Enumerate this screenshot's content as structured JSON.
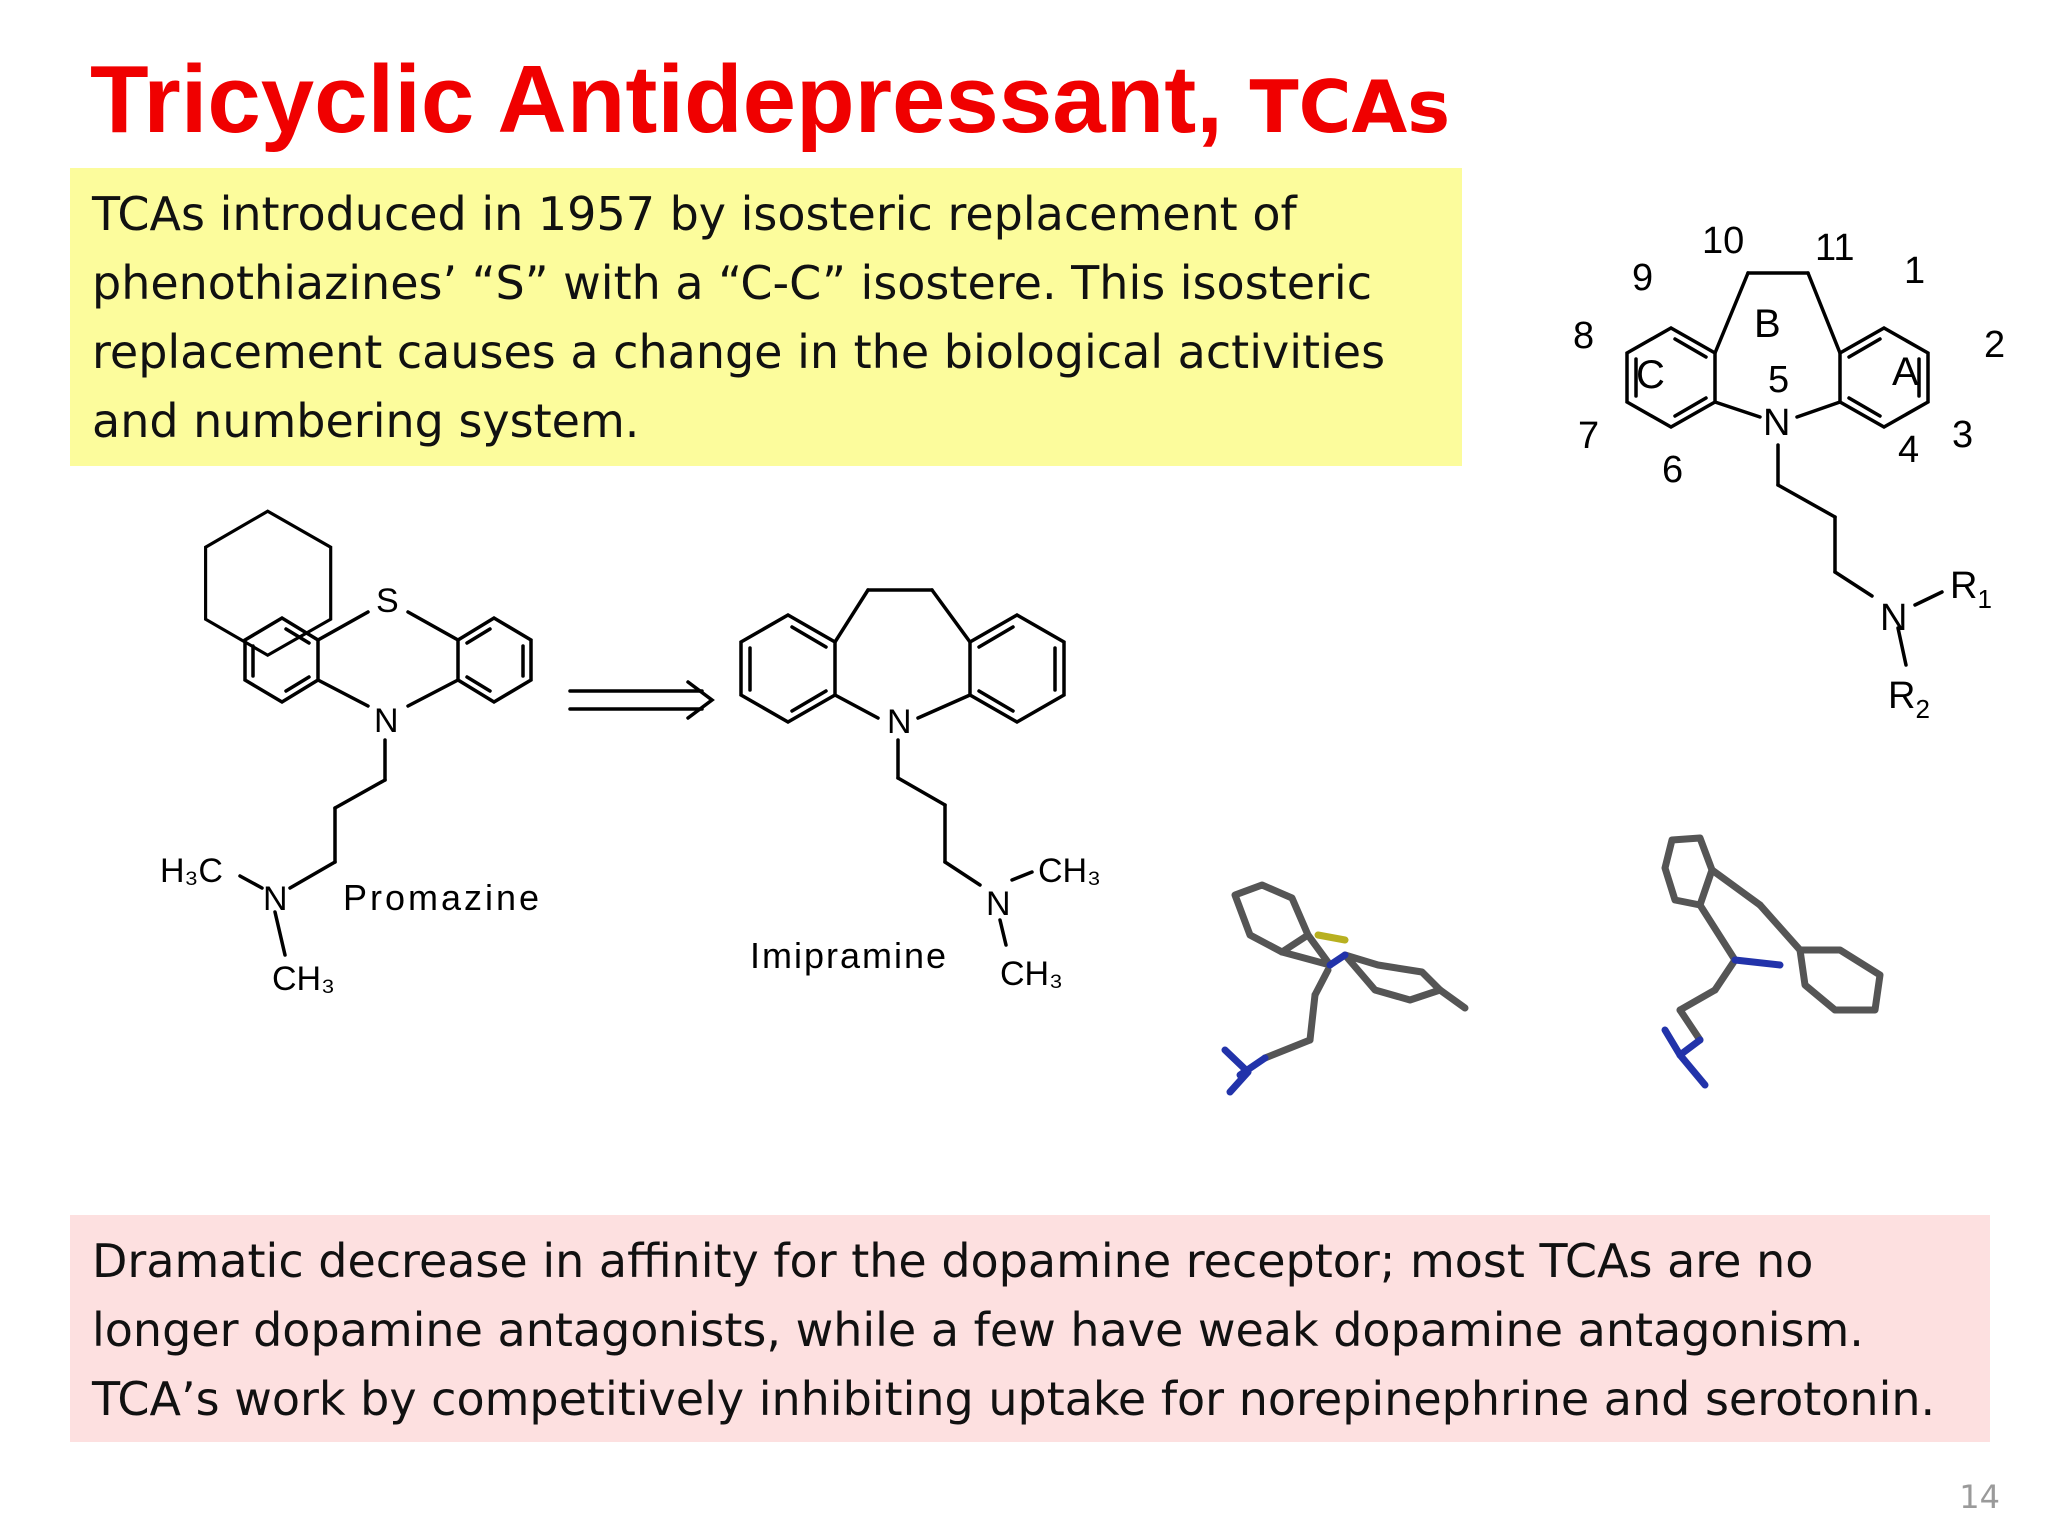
{
  "slide": {
    "title_main": "Tricyclic Antidepressant, ",
    "title_abbr": "TCAs",
    "intro_lines": [
      "TCAs introduced in 1957 by isosteric replacement of",
      "phenothiazines’ “S” with a “C-C” isostere. This isosteric",
      "replacement causes a change in the biological activities",
      "and numbering system."
    ],
    "summary_lines": [
      "Dramatic decrease in affinity for the dopamine receptor; most TCAs are no",
      "longer dopamine antagonists, while a few have weak dopamine antagonism.",
      "TCA’s work by competitively inhibiting uptake for norepinephrine and serotonin."
    ],
    "page_number": "14"
  },
  "promazine": {
    "sulfur": "S",
    "nitrogen": "N",
    "amine_n": "N",
    "methyl_top": "H₃C",
    "methyl_bottom": "CH₃",
    "name": "Promazine"
  },
  "imipramine": {
    "nitrogen": "N",
    "amine_n": "N",
    "methyl_top": "CH₃",
    "methyl_bottom": "CH₃",
    "name": "Imipramine"
  },
  "numbering": {
    "positions": [
      "1",
      "2",
      "3",
      "4",
      "5",
      "6",
      "7",
      "8",
      "9",
      "10",
      "11"
    ],
    "rings": [
      "A",
      "B",
      "C"
    ],
    "ring_n": "N",
    "amine_n": "N",
    "r1": "R",
    "r1_sub": "1",
    "r2": "R",
    "r2_sub": "2"
  },
  "colors": {
    "title": "#f00000",
    "yellow_box": "#fcfc9c",
    "pink_box": "#fde0e0",
    "bond": "#000000",
    "model_carbon": "#555555",
    "model_nitrogen": "#2233aa",
    "model_sulfur": "#b8b020"
  }
}
